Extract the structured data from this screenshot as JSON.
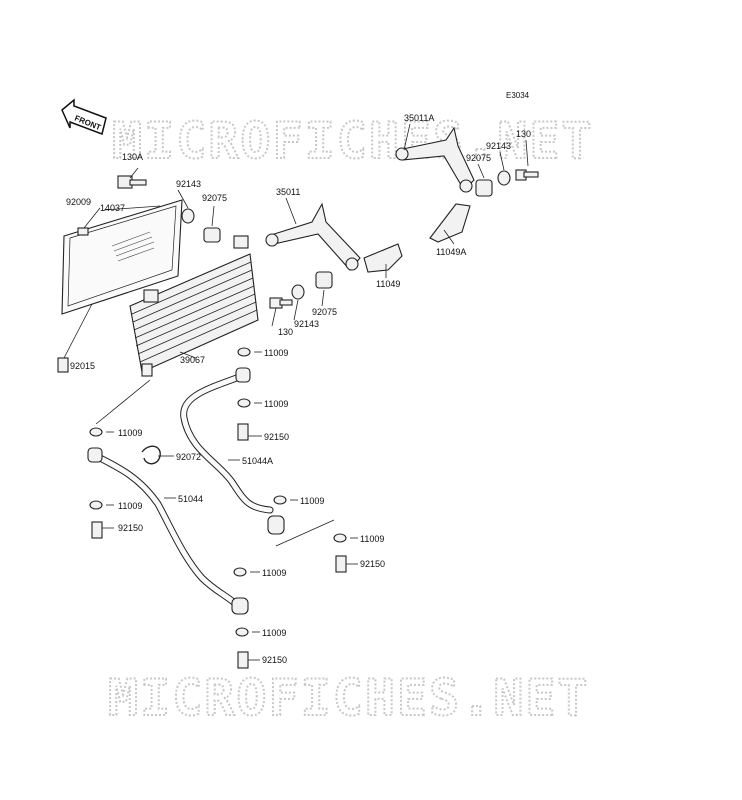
{
  "diagram": {
    "code": "E3034",
    "front_label": "FRONT",
    "watermark_top": "MICROFICHES.NET",
    "watermark_bottom": "MICROFICHES.NET",
    "labels": {
      "p35011A": "35011A",
      "p130_tr": "130",
      "p92143_tr": "92143",
      "p92075_tr": "92075",
      "p130A": "130A",
      "p92143_l": "92143",
      "p92075_l": "92075",
      "p92009": "92009",
      "p14037": "14037",
      "p35011": "35011",
      "p11049A": "11049A",
      "p11049": "11049",
      "p92075_m": "92075",
      "p92143_m": "92143",
      "p130_m": "130",
      "p39067": "39067",
      "p11009_a": "11009",
      "p92015": "92015",
      "p11009_b": "11009",
      "p11009_c": "11009",
      "p92150_a": "92150",
      "p92072": "92072",
      "p51044A": "51044A",
      "p11009_d": "11009",
      "p51044": "51044",
      "p11009_e": "11009",
      "p92150_b": "92150",
      "p11009_f": "11009",
      "p92150_c": "92150",
      "p11009_g": "11009",
      "p11009_h": "11009",
      "p92150_d": "92150"
    }
  }
}
